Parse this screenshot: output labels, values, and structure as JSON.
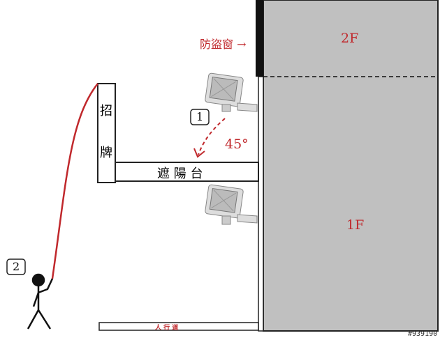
{
  "labels": {
    "floor2": "2F",
    "floor1": "1F",
    "window_guard": "防盜窗",
    "window_arrow": "→",
    "sign_char1": "招",
    "sign_char2": "牌",
    "awning": "遮 陽 台",
    "sidewalk": "人 行 道",
    "angle": "45°",
    "step1": "1",
    "step2": "2",
    "watermark": "#939190"
  },
  "colors": {
    "building": "#c0c0c0",
    "accent": "#c0282c"
  }
}
